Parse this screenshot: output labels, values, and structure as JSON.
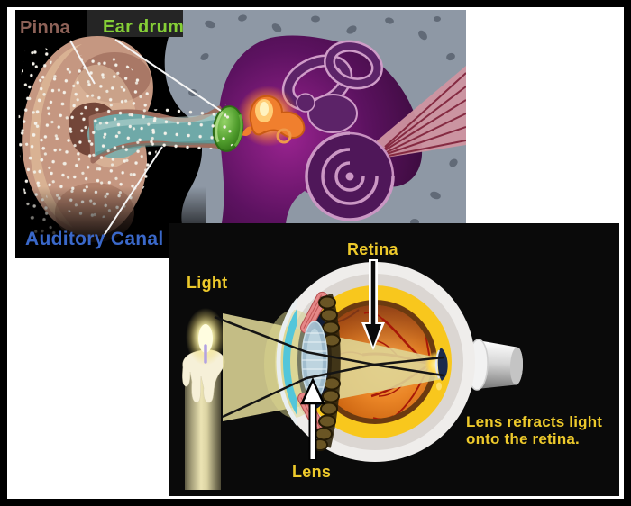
{
  "figure": {
    "page_background": "#ffffff",
    "frame_color": "#000000",
    "ear_diagram": {
      "background": "#000000",
      "labels": {
        "pinna": "Pinna",
        "ear_drum": "Ear drum",
        "auditory_canal": "Auditory Canal"
      },
      "label_colors": {
        "pinna": "#8d6157",
        "ear_drum": "#85cf36",
        "auditory_canal": "#3a68c9"
      },
      "anatomy_colors": {
        "ear_skin": "#c59781",
        "auditory_canal_tube": "#6fa9a8",
        "ear_drum_green": "#4f9c2c",
        "ossicles_orange": "#f07f2e",
        "inner_ear_purple": "#5c1260",
        "temporal_bone_gray": "#8e98a5",
        "auditory_nerve_pink": "#cf93a0",
        "sound_dots": "#f4f1e9"
      }
    },
    "eye_diagram": {
      "background": "#0a0a0a",
      "labels": {
        "light": "Light",
        "retina": "Retina",
        "lens": "Lens"
      },
      "caption": "Lens refracts light onto the retina.",
      "label_color": "#edc92b",
      "anatomy_colors": {
        "sclera_white": "#efedeb",
        "retina_yellow_ring": "#f8c71d",
        "choroid_brown": "#6b3a10",
        "interior_orange": "#ea8526",
        "blood_vessels": "#a51408",
        "cornea_cyan": "#53c6da",
        "lens_blue": "#a3c0d2",
        "light_beam": "#ded696",
        "candle_body": "#d8d0a0"
      }
    }
  }
}
